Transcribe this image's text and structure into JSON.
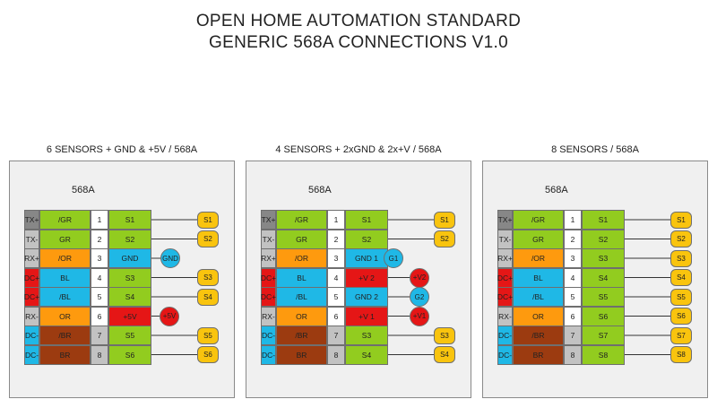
{
  "title": [
    "OPEN HOME AUTOMATION STANDARD",
    "GENERIC 568A CONNECTIONS V1.0"
  ],
  "colors": {
    "TX+": "#878787",
    "TX-": "#c2c2c2",
    "RX+": "#c2c2c2",
    "DC+": "#e51616",
    "RX-": "#c2c2c2",
    "DC-": "#1fb8e6",
    "/GR": "#92cc1f",
    "GR": "#92cc1f",
    "/OR": "#fe9a0e",
    "BL": "#1fb8e6",
    "/BL": "#1fb8e6",
    "OR": "#fe9a0e",
    "/BR": "#9c3b10",
    "BR": "#9c3b10",
    "sensor": "#92cc1f",
    "gnd": "#1fb8e6",
    "pos": "#e51616",
    "pill": "#f9c40e",
    "num_grey": "#c2c2c2",
    "wire": "#333333"
  },
  "panels": [
    {
      "title": "6 SENSORS + GND & +5V / 568A",
      "label": "568A",
      "rows": [
        {
          "sig": "TX+",
          "color": "/GR",
          "num": "1",
          "sensor": "S1",
          "sensor_type": "sensor",
          "badge": "S1",
          "badge_type": "pill"
        },
        {
          "sig": "TX-",
          "color": "GR",
          "num": "2",
          "sensor": "S2",
          "sensor_type": "sensor",
          "badge": "S2",
          "badge_type": "pill"
        },
        {
          "sig": "RX+",
          "color": "/OR",
          "num": "3",
          "sensor": "GND",
          "sensor_type": "gnd",
          "badge": "GND",
          "badge_type": "gnd"
        },
        {
          "sig": "DC+",
          "color": "BL",
          "num": "4",
          "sensor": "S3",
          "sensor_type": "sensor",
          "badge": "S3",
          "badge_type": "pill"
        },
        {
          "sig": "DC+",
          "color": "/BL",
          "num": "5",
          "sensor": "S4",
          "sensor_type": "sensor",
          "badge": "S4",
          "badge_type": "pill"
        },
        {
          "sig": "RX-",
          "color": "OR",
          "num": "6",
          "sensor": "+5V",
          "sensor_type": "pos",
          "badge": "+5V",
          "badge_type": "pos"
        },
        {
          "sig": "DC-",
          "color": "/BR",
          "num": "7",
          "sensor": "S5",
          "sensor_type": "sensor",
          "badge": "S5",
          "badge_type": "pill"
        },
        {
          "sig": "DC-",
          "color": "BR",
          "num": "8",
          "sensor": "S6",
          "sensor_type": "sensor",
          "badge": "S6",
          "badge_type": "pill"
        }
      ]
    },
    {
      "title": "4 SENSORS + 2xGND & 2x+V / 568A",
      "label": "568A",
      "rows": [
        {
          "sig": "TX+",
          "color": "/GR",
          "num": "1",
          "sensor": "S1",
          "sensor_type": "sensor",
          "badge": "S1",
          "badge_type": "pill"
        },
        {
          "sig": "TX-",
          "color": "GR",
          "num": "2",
          "sensor": "S2",
          "sensor_type": "sensor",
          "badge": "S2",
          "badge_type": "pill"
        },
        {
          "sig": "RX+",
          "color": "/OR",
          "num": "3",
          "sensor": "GND 1",
          "sensor_type": "gnd",
          "badge": "G1",
          "badge_type": "gnd"
        },
        {
          "sig": "DC+",
          "color": "BL",
          "num": "4",
          "sensor": "+V 2",
          "sensor_type": "pos",
          "badge": "+V2",
          "badge_type": "pos"
        },
        {
          "sig": "DC+",
          "color": "/BL",
          "num": "5",
          "sensor": "GND 2",
          "sensor_type": "gnd",
          "badge": "G2",
          "badge_type": "gnd"
        },
        {
          "sig": "RX-",
          "color": "OR",
          "num": "6",
          "sensor": "+V 1",
          "sensor_type": "pos",
          "badge": "+V1",
          "badge_type": "pos"
        },
        {
          "sig": "DC-",
          "color": "/BR",
          "num": "7",
          "sensor": "S3",
          "sensor_type": "sensor",
          "badge": "S3",
          "badge_type": "pill"
        },
        {
          "sig": "DC-",
          "color": "BR",
          "num": "8",
          "sensor": "S4",
          "sensor_type": "sensor",
          "badge": "S4",
          "badge_type": "pill"
        }
      ]
    },
    {
      "title": "8 SENSORS / 568A",
      "label": "568A",
      "rows": [
        {
          "sig": "TX+",
          "color": "/GR",
          "num": "1",
          "sensor": "S1",
          "sensor_type": "sensor",
          "badge": "S1",
          "badge_type": "pill"
        },
        {
          "sig": "TX-",
          "color": "GR",
          "num": "2",
          "sensor": "S2",
          "sensor_type": "sensor",
          "badge": "S2",
          "badge_type": "pill"
        },
        {
          "sig": "RX+",
          "color": "/OR",
          "num": "3",
          "sensor": "S3",
          "sensor_type": "sensor",
          "badge": "S3",
          "badge_type": "pill"
        },
        {
          "sig": "DC+",
          "color": "BL",
          "num": "4",
          "sensor": "S4",
          "sensor_type": "sensor",
          "badge": "S4",
          "badge_type": "pill"
        },
        {
          "sig": "DC+",
          "color": "/BL",
          "num": "5",
          "sensor": "S5",
          "sensor_type": "sensor",
          "badge": "S5",
          "badge_type": "pill"
        },
        {
          "sig": "RX-",
          "color": "OR",
          "num": "6",
          "sensor": "S6",
          "sensor_type": "sensor",
          "badge": "S6",
          "badge_type": "pill"
        },
        {
          "sig": "DC-",
          "color": "/BR",
          "num": "7",
          "sensor": "S7",
          "sensor_type": "sensor",
          "badge": "S7",
          "badge_type": "pill"
        },
        {
          "sig": "DC-",
          "color": "BR",
          "num": "8",
          "sensor": "S8",
          "sensor_type": "sensor",
          "badge": "S8",
          "badge_type": "pill"
        }
      ]
    }
  ]
}
